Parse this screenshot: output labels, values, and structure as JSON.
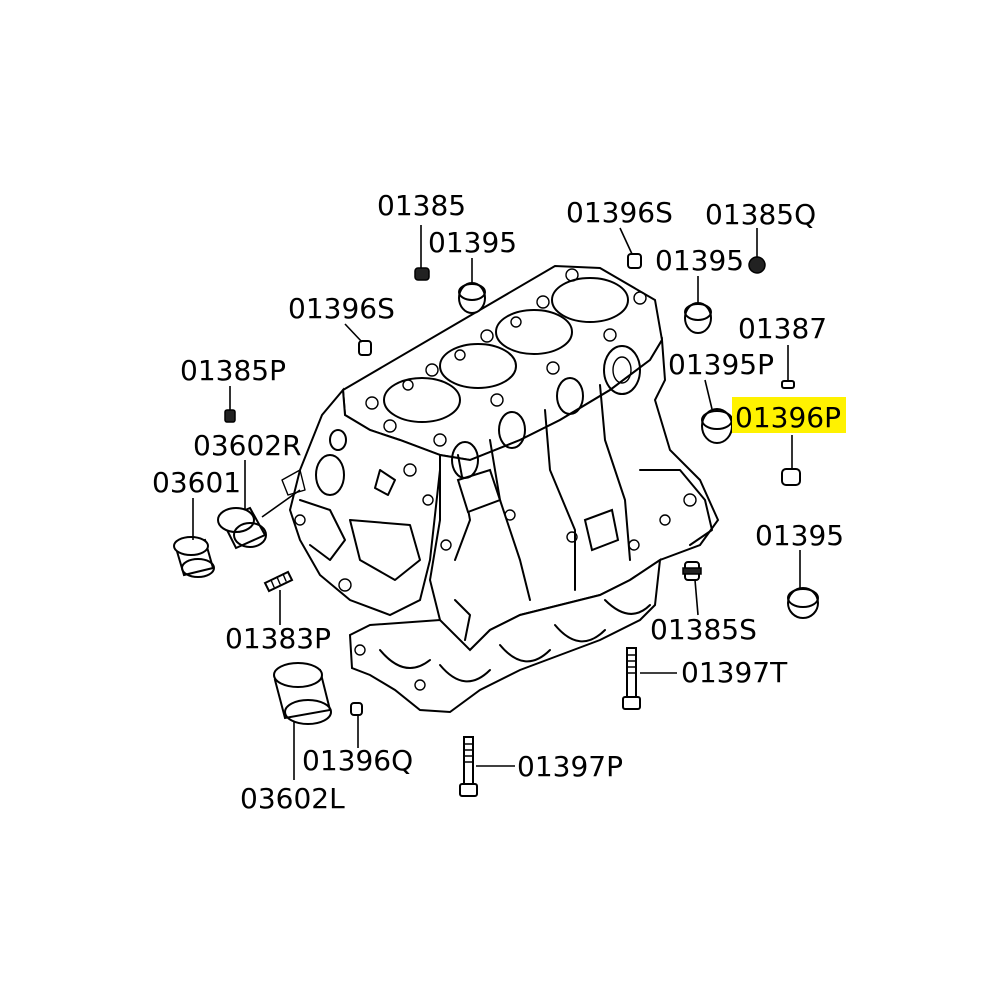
{
  "diagram": {
    "highlight_color": "#fff200",
    "labels": {
      "l01385": "01385",
      "l01395_a": "01395",
      "l01396s_a": "01396S",
      "l01385q": "01385Q",
      "l01395_b": "01395",
      "l01396s_b": "01396S",
      "l01387": "01387",
      "l01385p": "01385P",
      "l01395p": "01395P",
      "l01396p": "01396P",
      "l03602r": "03602R",
      "l03601": "03601",
      "l01395_c": "01395",
      "l01383p": "01383P",
      "l01385s": "01385S",
      "l01397t": "01397T",
      "l01396q": "01396Q",
      "l01397p": "01397P",
      "l03602l": "03602L"
    }
  }
}
